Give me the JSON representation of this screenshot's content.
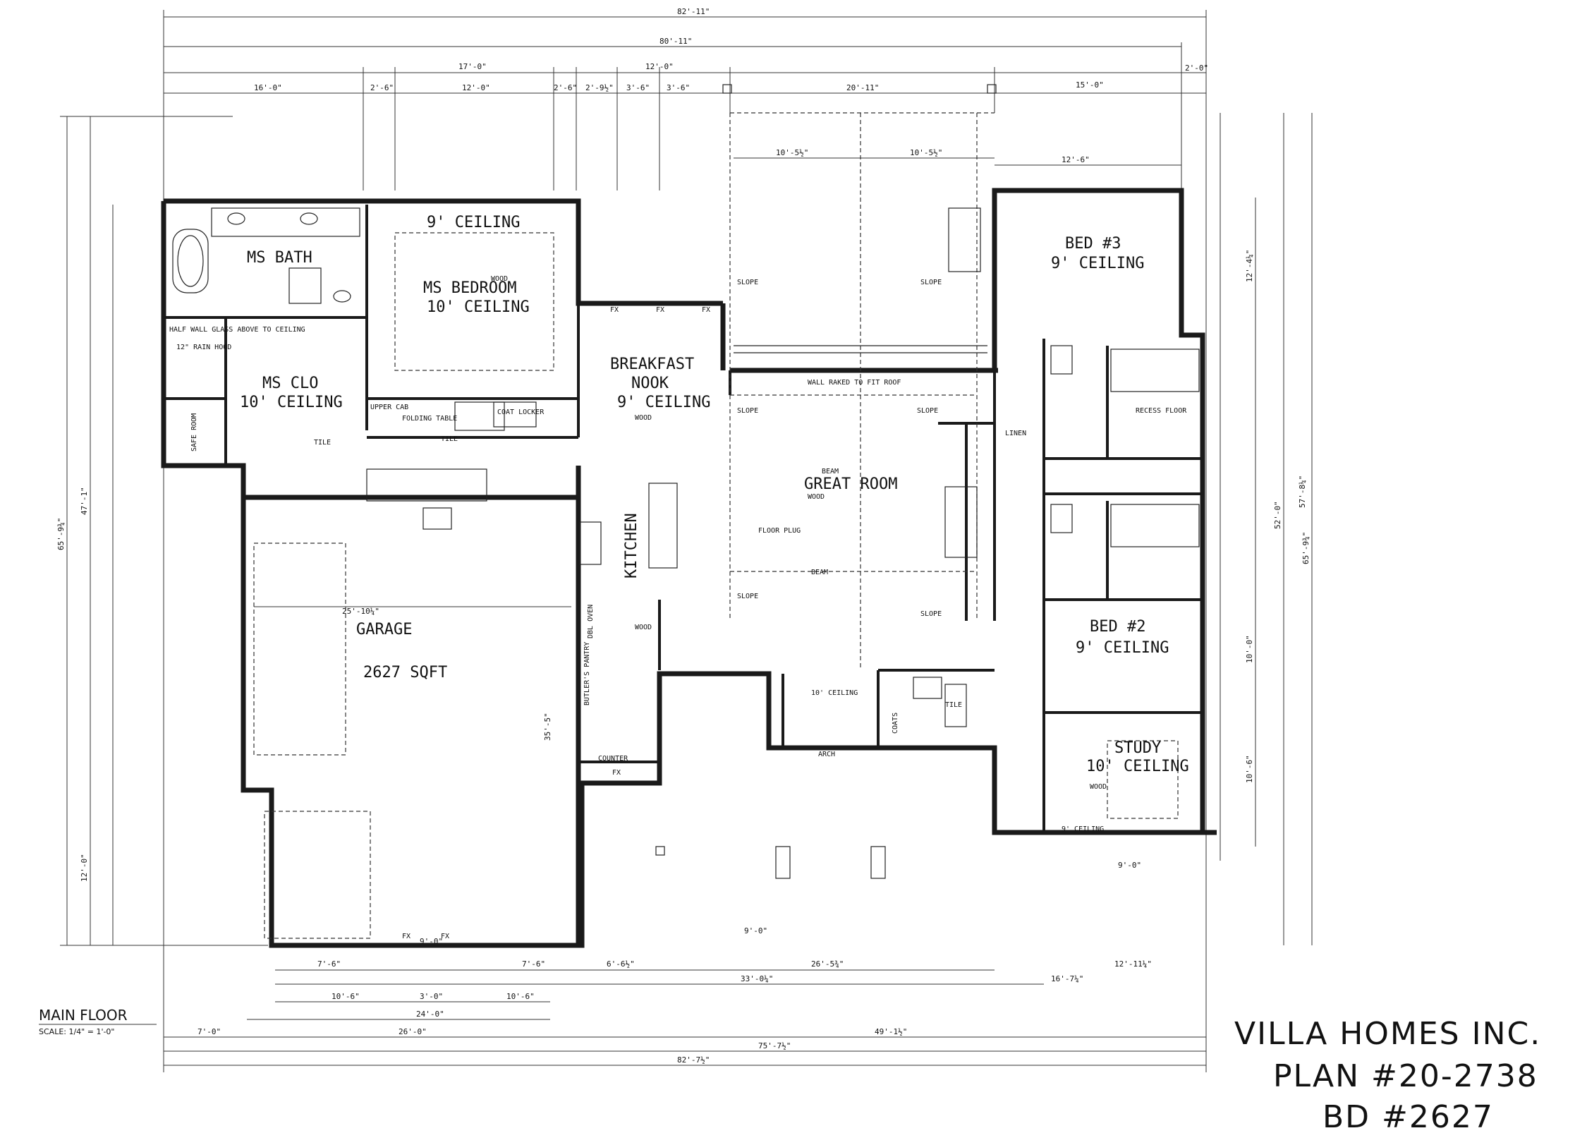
{
  "rooms": {
    "ms_bath": "MS BATH",
    "ms_bedroom": "MS BEDROOM",
    "ms_bedroom_ceiling": "10' CEILING",
    "ms_bedroom_top_ceiling": "9' CEILING",
    "ms_clo": "MS CLO",
    "ms_clo_ceiling": "10' CEILING",
    "breakfast_nook_1": "BREAKFAST",
    "breakfast_nook_2": "NOOK",
    "breakfast_ceiling": "9' CEILING",
    "great_room": "GREAT ROOM",
    "kitchen": "KITCHEN",
    "garage": "GARAGE",
    "garage_sqft": "2627 SQFT",
    "bed3": "BED #3",
    "bed3_ceiling": "9' CEILING",
    "bed2": "BED #2",
    "bed2_ceiling": "9' CEILING",
    "study": "STUDY",
    "study_ceiling": "10' CEILING",
    "safe_room": "SAFE ROOM",
    "butlers_pantry": "BUTLER'S PANTRY",
    "coats": "COATS",
    "linen": "LINEN",
    "recess_floor": "RECESS FLOOR"
  },
  "notes": {
    "wood": "WOOD",
    "tile": "TILE",
    "slope": "SLOPE",
    "beam": "BEAM",
    "fx": "FX",
    "wall_raked": "WALL RAKED TO FIT ROOF",
    "upper_cab": "UPPER CAB",
    "folding_table": "FOLDING TABLE",
    "coat_locker": "COAT LOCKER",
    "floor_plug": "FLOOR PLUG",
    "ceiling_10": "10' CEILING",
    "arch": "ARCH",
    "counter": "COUNTER",
    "dbl_oven": "DBL OVEN",
    "nine_ceiling": "9' CEILING",
    "half_wall": "HALF WALL GLASS ABOVE TO CEILING",
    "rain_hood": "12\" RAIN HOOD"
  },
  "dims": {
    "overall_top": "82'-11\"",
    "top_2": "80'-11\"",
    "seg_16_0": "16'-0\"",
    "seg_2_6": "2'-6\"",
    "seg_12_0": "12'-0\"",
    "seg_17_0": "17'-0\"",
    "seg_2_9": "2'-9½\"",
    "seg_3_6": "3'-6\"",
    "seg_20_11": "20'-11\"",
    "seg_15_0": "15'-0\"",
    "seg_2_0": "2'-0\"",
    "seg_10_5": "10'-5½\"",
    "seg_12_6": "12'-6\"",
    "garage_w": "25'-10¼\"",
    "garage_d": "35'-5\"",
    "b_7_6": "7'-6\"",
    "b_10_6": "10'-6\"",
    "b_3_0": "3'-0\"",
    "b_24_0": "24'-0\"",
    "b_26_0": "26'-0\"",
    "b_49_1": "49'-1½\"",
    "b_7_0": "7'-0\"",
    "b_75_7": "75'-7½\"",
    "b_82_7": "82'-7½\"",
    "b_26_5": "26'-5¾\"",
    "b_33_0": "33'-0¼\"",
    "b_16_7": "16'-7¼\"",
    "b_12_11": "12'-11¼\"",
    "b_6_6": "6'-6½\"",
    "b_9_0": "9'-0\"",
    "l_65_9": "65'-9¾\"",
    "l_47_1": "47'-1\"",
    "l_12_0": "12'-0\"",
    "r_57_8": "57'-8¼\"",
    "r_52_0": "52'-0\"",
    "r_65_9": "65'-9¾\"",
    "r_12_4": "12'-4¼\"",
    "r_10_0": "10'-0\"",
    "r_10_6": "10'-6\""
  },
  "title_block": {
    "line1": "VILLA HOMES INC.",
    "line2": "PLAN #20-2738",
    "line3": "BD #2627",
    "main_floor": "MAIN FLOOR",
    "scale": "SCALE: 1/4\" = 1'-0\""
  }
}
